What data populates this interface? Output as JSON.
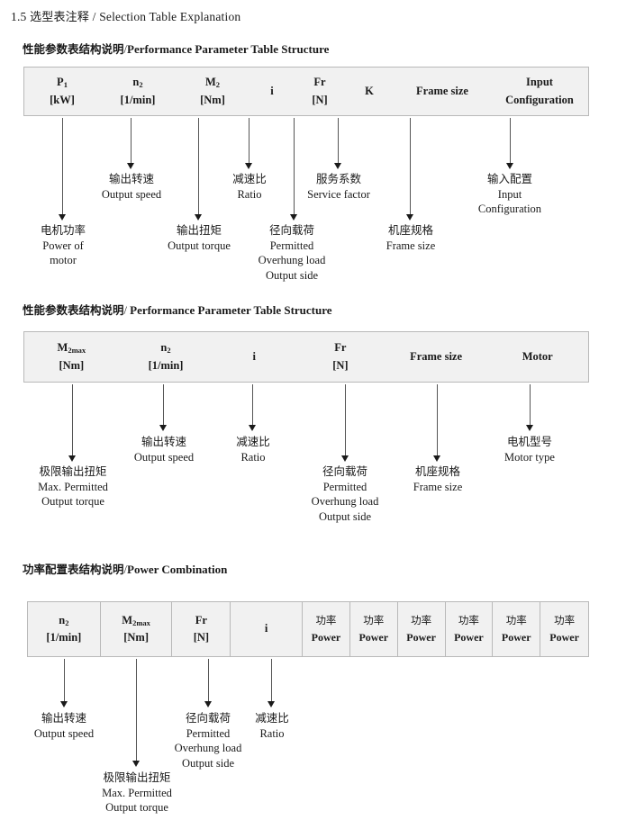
{
  "document": {
    "section_number": "1.5",
    "section_title_cn": "选型表注释",
    "section_title_sep": "/",
    "section_title_en": "Selection Table Explanation"
  },
  "blocks": [
    {
      "heading_cn": "性能参数表结构说明",
      "heading_sep": "/",
      "heading_en": "Performance Parameter Table Structure",
      "columns": [
        {
          "symbol": "P",
          "sub": "1",
          "unit": "[kW]"
        },
        {
          "symbol": "n",
          "sub": "2",
          "unit": "[1/min]"
        },
        {
          "symbol": "M",
          "sub": "2",
          "unit": "[Nm]"
        },
        {
          "symbol": "i",
          "sub": "",
          "unit": ""
        },
        {
          "symbol": "Fr",
          "sub": "",
          "unit": "[N]"
        },
        {
          "symbol": "K",
          "sub": "",
          "unit": ""
        },
        {
          "symbol": "Frame size",
          "sub": "",
          "unit": ""
        },
        {
          "symbol": "Input",
          "sub": "",
          "unit": "Configuration"
        }
      ],
      "notes": [
        {
          "cn": "电机功率",
          "en": [
            "Power of",
            "motor"
          ]
        },
        {
          "cn": "输出转速",
          "en": [
            "Output speed"
          ]
        },
        {
          "cn": "输出扭矩",
          "en": [
            "Output torque"
          ]
        },
        {
          "cn": "减速比",
          "en": [
            "Ratio"
          ]
        },
        {
          "cn": "径向载荷",
          "en": [
            "Permitted",
            "Overhung load",
            "Output side"
          ]
        },
        {
          "cn": "服务系数",
          "en": [
            "Service factor"
          ]
        },
        {
          "cn": "机座规格",
          "en": [
            "Frame size"
          ]
        },
        {
          "cn": "输入配置",
          "en": [
            "Input",
            "Configuration"
          ]
        }
      ]
    },
    {
      "heading_cn": "性能参数表结构说明",
      "heading_sep": "/",
      "heading_en": "Performance Parameter Table Structure",
      "columns": [
        {
          "symbol": "M",
          "sub": "2max",
          "unit": "[Nm]"
        },
        {
          "symbol": "n",
          "sub": "2",
          "unit": "[1/min]"
        },
        {
          "symbol": "i",
          "sub": "",
          "unit": ""
        },
        {
          "symbol": "Fr",
          "sub": "",
          "unit": "[N]"
        },
        {
          "symbol": "Frame size",
          "sub": "",
          "unit": ""
        },
        {
          "symbol": "Motor",
          "sub": "",
          "unit": ""
        }
      ],
      "notes": [
        {
          "cn": "极限输出扭矩",
          "en": [
            "Max. Permitted",
            "Output  torque"
          ]
        },
        {
          "cn": "输出转速",
          "en": [
            "Output speed"
          ]
        },
        {
          "cn": "减速比",
          "en": [
            "Ratio"
          ]
        },
        {
          "cn": "径向载荷",
          "en": [
            "Permitted",
            "Overhung load",
            "Output side"
          ]
        },
        {
          "cn": "机座规格",
          "en": [
            "Frame size"
          ]
        },
        {
          "cn": "电机型号",
          "en": [
            "Motor type"
          ]
        }
      ]
    },
    {
      "heading_cn": "功率配置表结构说明",
      "heading_sep": "/",
      "heading_en": "Power Combination",
      "columns": [
        {
          "symbol": "n",
          "sub": "2",
          "unit": "[1/min]"
        },
        {
          "symbol": "M",
          "sub": "2max",
          "unit": "[Nm]"
        },
        {
          "symbol": "Fr",
          "sub": "",
          "unit": "[N]"
        },
        {
          "symbol": "i",
          "sub": "",
          "unit": ""
        },
        {
          "cn": "功率",
          "en": "Power"
        },
        {
          "cn": "功率",
          "en": "Power"
        },
        {
          "cn": "功率",
          "en": "Power"
        },
        {
          "cn": "功率",
          "en": "Power"
        },
        {
          "cn": "功率",
          "en": "Power"
        },
        {
          "cn": "功率",
          "en": "Power"
        }
      ],
      "notes": [
        {
          "cn": "输出转速",
          "en": [
            "Output speed"
          ]
        },
        {
          "cn": "极限输出扭矩",
          "en": [
            "Max. Permitted",
            "Output  torque"
          ]
        },
        {
          "cn": "径向载荷",
          "en": [
            "Permitted",
            "Overhung load",
            "Output side"
          ]
        },
        {
          "cn": "减速比",
          "en": [
            "Ratio"
          ]
        }
      ]
    }
  ]
}
